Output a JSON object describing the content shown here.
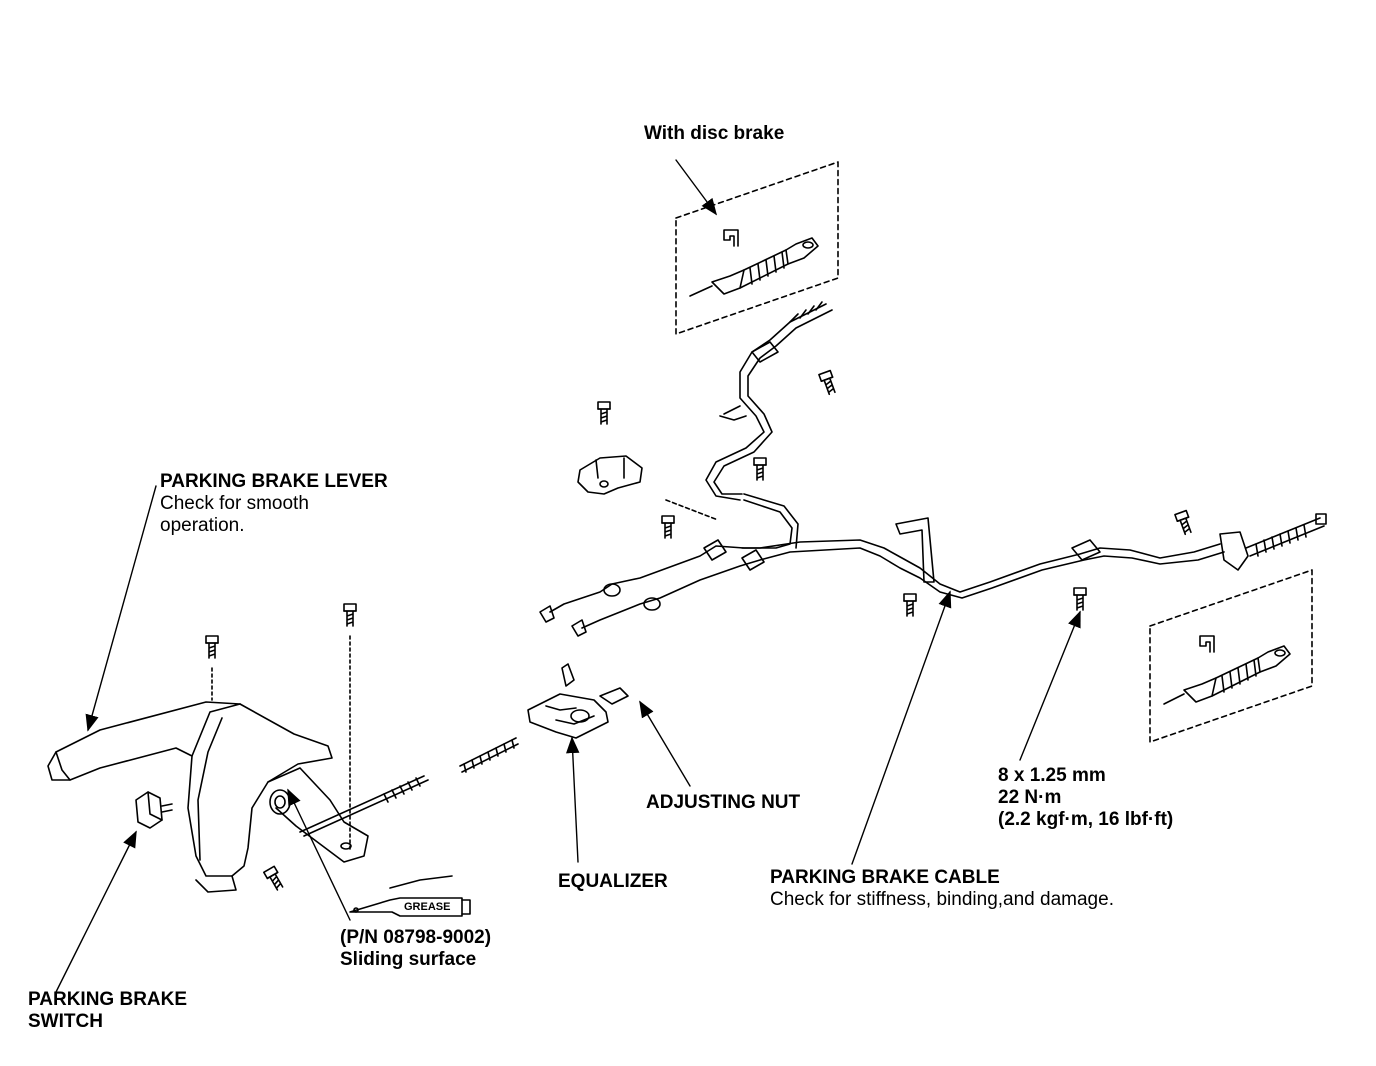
{
  "labels": {
    "with_disc_brake": "With disc brake",
    "lever_title": "PARKING BRAKE LEVER",
    "lever_note_1": "Check for smooth",
    "lever_note_2": "operation.",
    "adjusting_nut": "ADJUSTING NUT",
    "equalizer": "EQUALIZER",
    "grease_tag": "GREASE",
    "grease_pn": "(P/N 08798-9002)",
    "grease_surface": "Sliding surface",
    "switch_1": "PARKING BRAKE",
    "switch_2": "SWITCH",
    "cable_title": "PARKING BRAKE CABLE",
    "cable_note": "Check for stiffness, binding,and damage.",
    "torque_1": "8 x 1.25 mm",
    "torque_2": "22 N·m",
    "torque_3": "(2.2 kgf·m, 16 lbf·ft)"
  },
  "colors": {
    "ink": "#000000",
    "paper": "#ffffff"
  }
}
